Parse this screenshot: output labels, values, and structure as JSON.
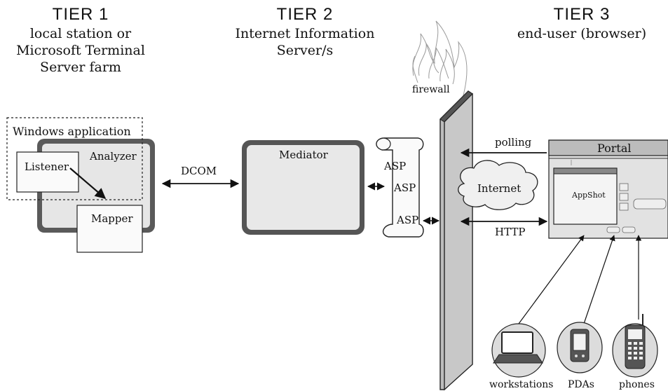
{
  "tiers": [
    {
      "title": "TIER 1",
      "lines": [
        "local station or",
        "Microsoft Terminal",
        "Server farm"
      ]
    },
    {
      "title": "TIER 2",
      "lines": [
        "Internet Information",
        "Server/s"
      ]
    },
    {
      "title": "TIER 3",
      "lines": [
        "end-user (browser)"
      ]
    }
  ],
  "tier1": {
    "windows_app": "Windows  application",
    "analyzer": "Analyzer",
    "listener": "Listener",
    "mapper": "Mapper"
  },
  "dcom": "DCOM",
  "mediator": "Mediator",
  "asp": [
    "ASP",
    "ASP",
    "ASP"
  ],
  "firewall": "firewall",
  "internet": "Internet",
  "polling": "polling",
  "http": "HTTP",
  "portal": "Portal",
  "appshot": "AppShot",
  "devices": [
    "workstations",
    "PDAs",
    "phones"
  ]
}
